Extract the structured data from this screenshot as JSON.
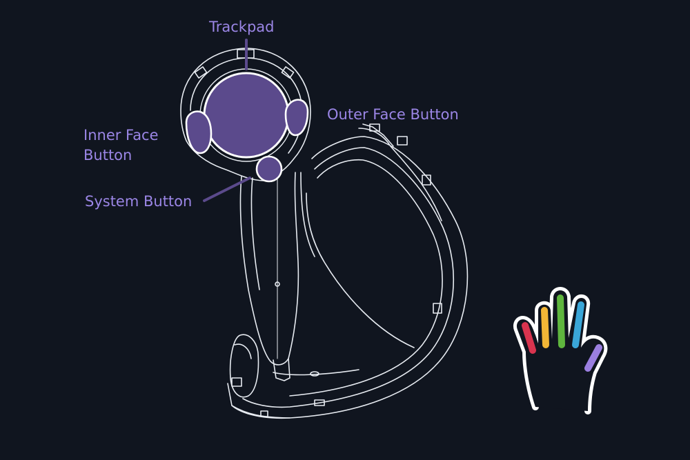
{
  "labels": {
    "trackpad": "Trackpad",
    "inner_face_line1": "Inner Face",
    "inner_face_line2": "Button",
    "system_button": "System Button",
    "outer_face_button": "Outer Face Button"
  },
  "colors": {
    "background": "#10151f",
    "label_text": "#9b86e6",
    "highlight": "#5b4a8c",
    "outline": "#e8ecf2",
    "finger_thumb": "#d9344f",
    "finger_index": "#f2b636",
    "finger_middle": "#5fb63e",
    "finger_ring": "#3aa6d8",
    "finger_pinky": "#9b7fe0"
  },
  "icons": {
    "controller": "vr-controller-outline",
    "hand": "hand-finger-color-map-icon"
  }
}
